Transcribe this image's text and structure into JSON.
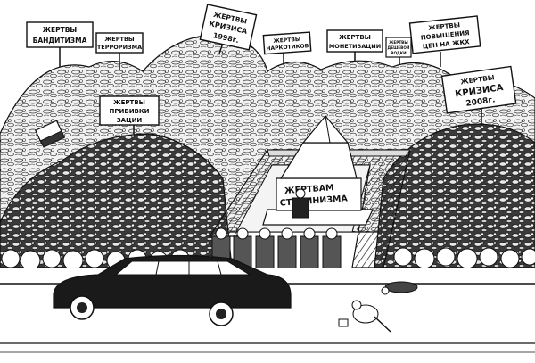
{
  "signs": {
    "banditism": [
      "ЖЕРТВЫ",
      "БАНДИТИЗМА"
    ],
    "terrorism": [
      "ЖЕРТВЫ",
      "ТЕРРОРИЗМА"
    ],
    "crisis_1998": [
      "ЖЕРТВЫ",
      "КРИЗИСА",
      "1998г."
    ],
    "narcotics": [
      "ЖЕРТВЫ",
      "НАРКОТИКОВ"
    ],
    "monetization": [
      "ЖЕРТВЫ",
      "МОНЕТИЗАЦИИ"
    ],
    "cheap_vodka": [
      "ЖЕРТВЫ",
      "ДЕШЕВОЙ",
      "ВОДКИ"
    ],
    "prices_zhkh": [
      "ЖЕРТВЫ",
      "ПОВЫШЕНИЯ",
      "ЦЕН НА ЖКХ"
    ],
    "vaccination": [
      "ЖЕРТВЫ",
      "ПРИВИВКИ",
      "ЗАЦИИ"
    ],
    "crisis_2008": [
      "ЖЕРТВЫ",
      "КРИЗИСА",
      "2008г."
    ]
  },
  "monument": {
    "inscription": [
      "ЖЕРТВАМ",
      "СТАЛИНИЗМА"
    ]
  }
}
